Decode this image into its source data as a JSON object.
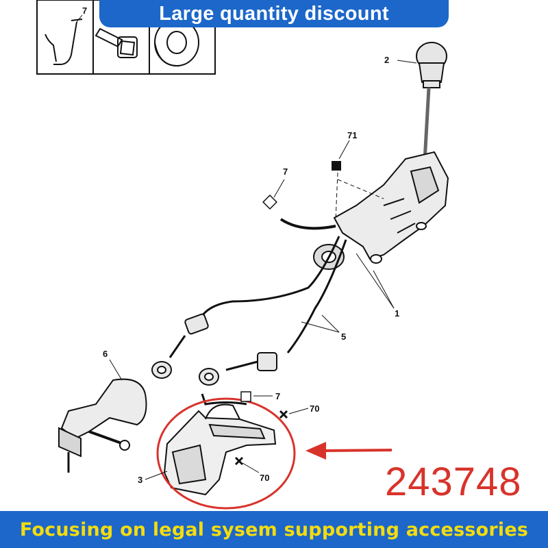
{
  "banner_top": "Large quantity discount",
  "banner_bottom": "Focusing on legal sysem supporting accessories",
  "part_number": "243748",
  "callouts": {
    "c1": "1",
    "c2": "2",
    "c3": "3",
    "c5": "5",
    "c6": "6",
    "c7_top": "7",
    "c7_mid": "7",
    "c7_low": "7",
    "c70_a": "70",
    "c70_b": "70",
    "c71": "71"
  },
  "colors": {
    "banner": "#1c67c9",
    "banner_bottom_text": "#f3dc10",
    "highlight": "#d8332b"
  }
}
